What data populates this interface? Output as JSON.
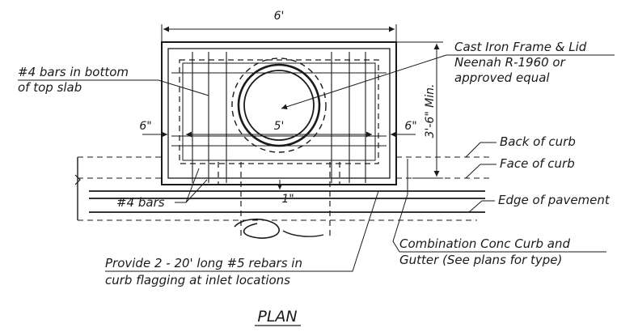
{
  "dimensions": {
    "width_top": "6'",
    "left_gap": "6\"",
    "right_gap": "6\"",
    "inner_width": "5'",
    "depth": "3'-6\" Min.",
    "offset": "1\""
  },
  "callouts": {
    "frame_line1": "Cast Iron Frame & Lid",
    "frame_line2": "Neenah R-1960 or",
    "frame_line3": "approved equal",
    "slab_line1": "#4 bars in bottom",
    "slab_line2": "of top slab",
    "bars": "#4 bars",
    "back_of_curb": "Back of curb",
    "face_of_curb": "Face of curb",
    "edge_of_pavement": "Edge of pavement",
    "gutter_line1": "Combination Conc Curb and",
    "gutter_line2": "Gutter (See plans for type)",
    "rebar_line1": "Provide 2 - 20' long #5 rebars in",
    "rebar_line2": "curb flagging at inlet locations"
  },
  "title": "PLAN"
}
